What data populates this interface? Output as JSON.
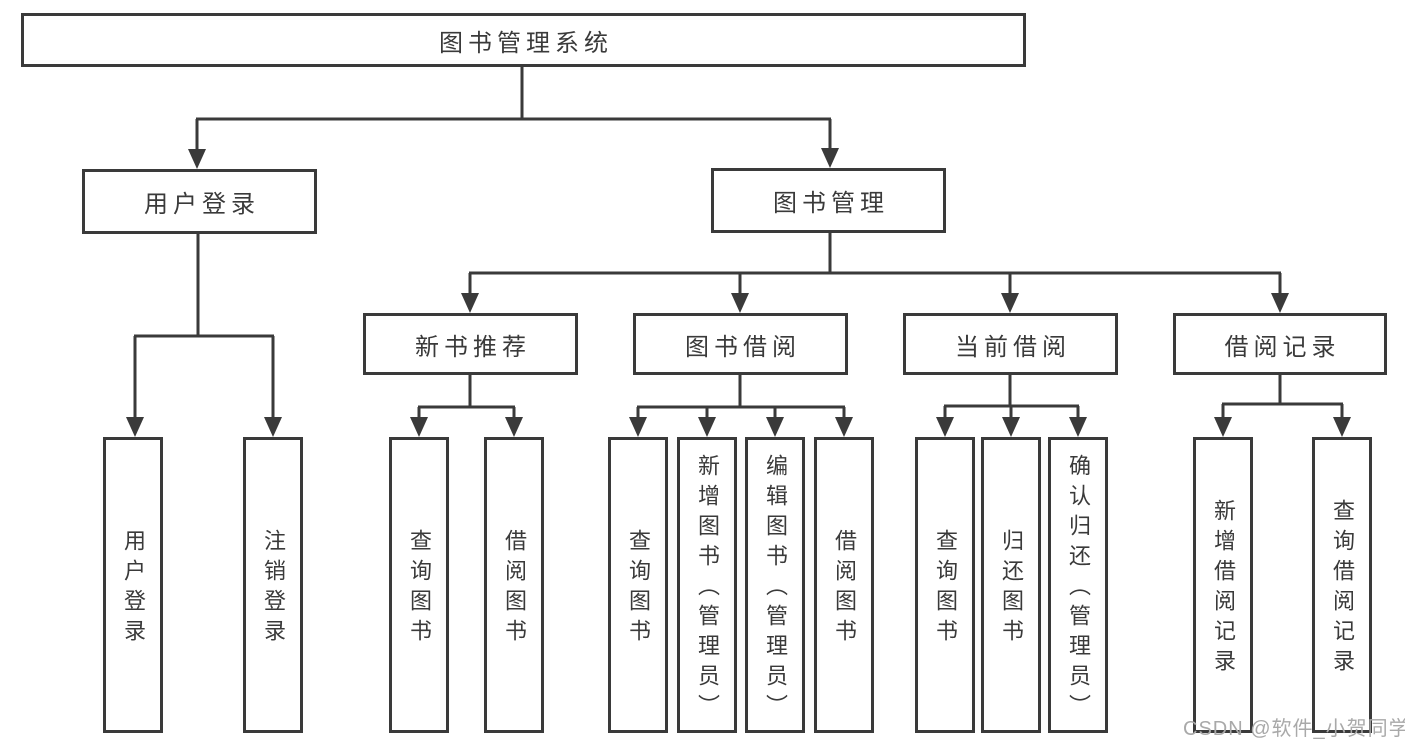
{
  "colors": {
    "line": "#3a3a3a",
    "border": "#3a3a3a",
    "text": "#3a3a3a",
    "watermark": "#a9a9a9",
    "background": "#ffffff"
  },
  "watermark": "CSDN @软件_小贺同学",
  "nodes": {
    "root": {
      "label": "图书管理系统"
    },
    "userLogin": {
      "label": "用户登录"
    },
    "bookMgmt": {
      "label": "图书管理"
    },
    "newBooks": {
      "label": "新书推荐"
    },
    "bookBorrow": {
      "label": "图书借阅"
    },
    "currentBorrow": {
      "label": "当前借阅"
    },
    "borrowRecords": {
      "label": "借阅记录"
    },
    "leafUserLogin": {
      "label": "用户登录"
    },
    "leafLogout": {
      "label": "注销登录"
    },
    "leafQueryBooks1": {
      "label": "查询图书"
    },
    "leafBorrowBooks1": {
      "label": "借阅图书"
    },
    "leafQueryBooks2": {
      "label": "查询图书"
    },
    "leafAddBooks": {
      "label": "新增图书（管理员）"
    },
    "leafEditBooks": {
      "label": "编辑图书（管理员）"
    },
    "leafBorrowBooks2": {
      "label": "借阅图书"
    },
    "leafQueryBooks3": {
      "label": "查询图书"
    },
    "leafReturnBooks": {
      "label": "归还图书"
    },
    "leafConfirmReturn": {
      "label": "确认归还（管理员）"
    },
    "leafAddRecord": {
      "label": "新增借阅记录"
    },
    "leafQueryRecord": {
      "label": "查询借阅记录"
    }
  },
  "structure": {
    "label": "图书管理系统",
    "children": [
      {
        "label": "用户登录",
        "children": [
          {
            "label": "用户登录"
          },
          {
            "label": "注销登录"
          }
        ]
      },
      {
        "label": "图书管理",
        "children": [
          {
            "label": "新书推荐",
            "children": [
              {
                "label": "查询图书"
              },
              {
                "label": "借阅图书"
              }
            ]
          },
          {
            "label": "图书借阅",
            "children": [
              {
                "label": "查询图书"
              },
              {
                "label": "新增图书（管理员）"
              },
              {
                "label": "编辑图书（管理员）"
              },
              {
                "label": "借阅图书"
              }
            ]
          },
          {
            "label": "当前借阅",
            "children": [
              {
                "label": "查询图书"
              },
              {
                "label": "归还图书"
              },
              {
                "label": "确认归还（管理员）"
              }
            ]
          },
          {
            "label": "借阅记录",
            "children": [
              {
                "label": "新增借阅记录"
              },
              {
                "label": "查询借阅记录"
              }
            ]
          }
        ]
      }
    ]
  }
}
